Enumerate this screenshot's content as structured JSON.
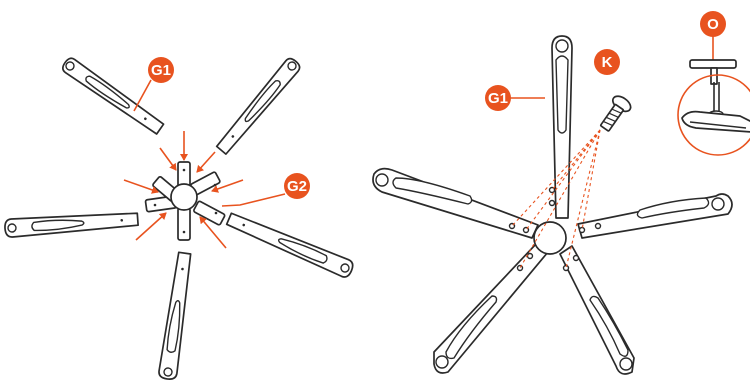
{
  "labels": {
    "g1_left": "G1",
    "g2": "G2",
    "g1_right": "G1",
    "k": "K",
    "o": "O"
  },
  "colors": {
    "accent": "#e8531f",
    "line": "#2b2b2b",
    "background": "#ffffff"
  }
}
